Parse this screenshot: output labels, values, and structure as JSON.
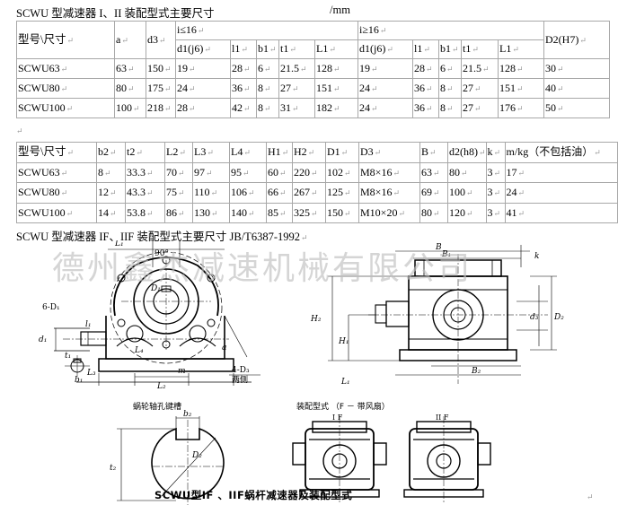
{
  "table1": {
    "title": "SCWU 型减速器 I、II 装配型式主要尺寸",
    "unit": "/mm",
    "col_model": "型号\\尺寸",
    "col_a": "a",
    "col_d3": "d3",
    "group1": "i≤16",
    "group2": "i≥16",
    "col_d2": "D2(H7)",
    "sub": [
      "d1(j6)",
      "l1",
      "b1",
      "t1",
      "L1"
    ],
    "rows": [
      {
        "model": "SCWU63",
        "a": "63",
        "d3": "150",
        "g1": [
          "19",
          "28",
          "6",
          "21.5",
          "128"
        ],
        "g2": [
          "19",
          "28",
          "6",
          "21.5",
          "128"
        ],
        "d2": "30"
      },
      {
        "model": "SCWU80",
        "a": "80",
        "d3": "175",
        "g1": [
          "24",
          "36",
          "8",
          "27",
          "151"
        ],
        "g2": [
          "24",
          "36",
          "8",
          "27",
          "151"
        ],
        "d2": "40"
      },
      {
        "model": "SCWU100",
        "a": "100",
        "d3": "218",
        "g1": [
          "28",
          "42",
          "8",
          "31",
          "182"
        ],
        "g2": [
          "24",
          "36",
          "8",
          "27",
          "176"
        ],
        "d2": "50"
      }
    ]
  },
  "table2": {
    "headers": [
      "型号\\尺寸",
      "b2",
      "t2",
      "L2",
      "L3",
      "L4",
      "H1",
      "H2",
      "D1",
      "D3",
      "B",
      "d2(h8)",
      "k",
      "m/kg（不包括油）"
    ],
    "rows": [
      [
        "SCWU63",
        "8",
        "33.3",
        "70",
        "97",
        "95",
        "60",
        "220",
        "102",
        "M8×16",
        "63",
        "80",
        "3",
        "17"
      ],
      [
        "SCWU80",
        "12",
        "43.3",
        "75",
        "110",
        "106",
        "66",
        "267",
        "125",
        "M8×16",
        "69",
        "100",
        "3",
        "24"
      ],
      [
        "SCWU100",
        "14",
        "53.8",
        "86",
        "130",
        "140",
        "85",
        "325",
        "150",
        "M10×20",
        "80",
        "120",
        "3",
        "41"
      ]
    ]
  },
  "title2": "SCWU 型减速器 IF、IIF 装配型式主要尺寸 JB/T6387-1992",
  "watermark": "德州鑫杰减速机械有限公司",
  "drawing": {
    "dim_90": "90°",
    "dim_6d": "6-D₁",
    "dim_4d": "4-D₃",
    "dim_4d_sub": "两侧",
    "lbl_keyway": "蜗轮轴孔键槽",
    "lbl_assembly": "装配型式 （F － 带风扇）",
    "lbl_if": "I F",
    "lbl_iif": "II F",
    "caption": "SCWU型IF 、IIF蜗杆减速器及装配型式",
    "l_L1": "L₁",
    "l_L2": "L₂",
    "l_L3": "L₃",
    "l_m": "m",
    "l_B": "B",
    "l_B1": "B₁",
    "l_B2": "B₂",
    "l_k": "k",
    "l_H1": "H₁",
    "l_H2": "H₂",
    "l_d3": "d₃",
    "l_d1": "d₁",
    "l_l1": "l₁",
    "l_a": "a",
    "l_b1": "b₁",
    "l_t1": "t₁",
    "l_b2": "b₂",
    "l_t2": "t₂",
    "l_D2": "D₂",
    "l_L4": "L₄",
    "l_D1": "D₁"
  },
  "colors": {
    "border": "#a8a8a8",
    "watermark": "#bebebe",
    "line": "#000000"
  }
}
